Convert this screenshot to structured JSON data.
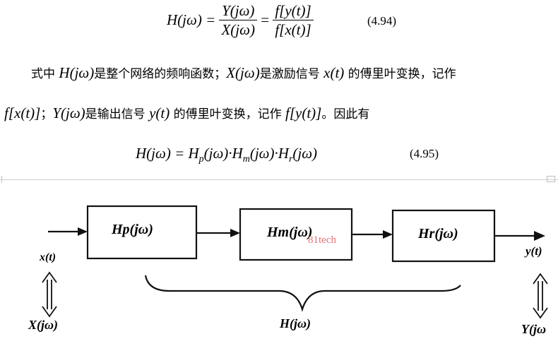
{
  "eq1": {
    "lhs": "H(jω) =",
    "frac1": {
      "num": "Y(jω)",
      "den": "X(jω)"
    },
    "eq_sign": "=",
    "frac2": {
      "num": "f[y(t)]",
      "den": "f[x(t)]"
    },
    "number": "(4.94)"
  },
  "para": {
    "line1": [
      {
        "t": "式中 ",
        "m": false
      },
      {
        "t": "H(jω)",
        "m": true
      },
      {
        "t": "是整个网络的频响函数；",
        "m": false
      },
      {
        "t": "X(jω)",
        "m": true
      },
      {
        "t": "是激励信号 ",
        "m": false
      },
      {
        "t": "x(t)",
        "m": true
      },
      {
        "t": " 的傅里叶变换，记作",
        "m": false
      }
    ],
    "line2": [
      {
        "t": "f[x(t)]",
        "m": true
      },
      {
        "t": "；",
        "m": false
      },
      {
        "t": "Y(jω)",
        "m": true
      },
      {
        "t": "是输出信号 ",
        "m": false
      },
      {
        "t": "y(t)",
        "m": true
      },
      {
        "t": " 的傅里叶变换，记作 ",
        "m": false
      },
      {
        "t": "f[y(t)]",
        "m": true
      },
      {
        "t": "。因此有",
        "m": false
      }
    ]
  },
  "eq2": {
    "text": "H(jω) = Hp(jω)·Hm(jω)·Hr(jω)",
    "number": "(4.95)"
  },
  "diagram": {
    "blocks": [
      {
        "id": "hp",
        "label": "Hp(jω)"
      },
      {
        "id": "hm",
        "label": "Hm(jω)"
      },
      {
        "id": "hr",
        "label": "Hr(jω)"
      }
    ],
    "input_label": "x(t)",
    "input_transform": "X(jω)",
    "output_label": "y(t)",
    "output_transform": "Y(jω",
    "brace_label": "H(jω)",
    "watermark": "81tech"
  }
}
